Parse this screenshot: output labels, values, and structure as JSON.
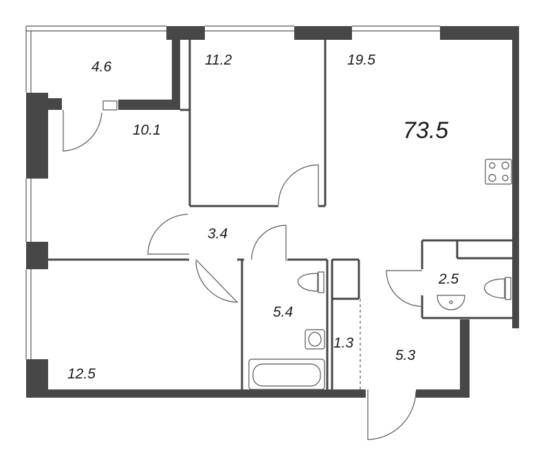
{
  "floorplan": {
    "total_area": "73.5",
    "rooms": [
      {
        "id": "loggia",
        "area": "4.6"
      },
      {
        "id": "bedroom-middle",
        "area": "11.2"
      },
      {
        "id": "kitchen-living",
        "area": "19.5"
      },
      {
        "id": "bedroom-left",
        "area": "10.1"
      },
      {
        "id": "corridor",
        "area": "3.4"
      },
      {
        "id": "toilet",
        "area": "2.5"
      },
      {
        "id": "bathroom",
        "area": "5.4"
      },
      {
        "id": "wardrobe",
        "area": "1.3"
      },
      {
        "id": "hall",
        "area": "5.3"
      },
      {
        "id": "bedroom-bottom",
        "area": "12.5"
      }
    ],
    "colors": {
      "wall": "#474747",
      "line": "#555555",
      "background": "#ffffff"
    }
  }
}
